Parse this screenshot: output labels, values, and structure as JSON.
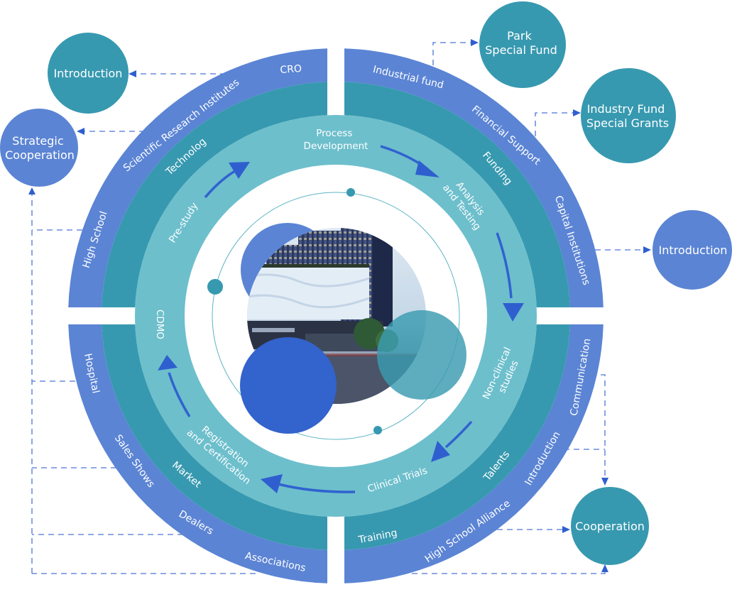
{
  "colors": {
    "outer_ring": "#5b84d4",
    "middle_ring": "#3799b0",
    "inner_ring": "#6dbfcc",
    "arrow": "#3062d0",
    "dashed_connector": "#4d74d6",
    "satellite_teal": "#3799b0",
    "satellite_blue": "#5b84d4",
    "center_blob_dark_blue": "#3363cc",
    "center_blob_teal": "#3b9bb0"
  },
  "center": {
    "image_description": "building rendering",
    "decorative_circles": [
      "blue-circle-top-left",
      "dark-blue-circle-bottom-left",
      "teal-circle-right"
    ]
  },
  "inner_ring": {
    "stages": [
      {
        "id": "process-development",
        "lines": [
          "Process",
          "Development"
        ]
      },
      {
        "id": "analysis-testing",
        "lines": [
          "Analysis",
          "and Testing"
        ]
      },
      {
        "id": "non-clinical-studies",
        "lines": [
          "Non-clinical",
          "studies"
        ]
      },
      {
        "id": "clinical-trials",
        "lines": [
          "Clinical Trials"
        ]
      },
      {
        "id": "registration-certification",
        "lines": [
          "Registration",
          "and Certification"
        ]
      },
      {
        "id": "cdmo",
        "lines": [
          "CDMO"
        ]
      },
      {
        "id": "pre-study",
        "lines": [
          "Pre-study"
        ]
      }
    ]
  },
  "middle_ring": {
    "labels": {
      "top_left": "Technolog",
      "top_right": "Funding",
      "bottom_right_a": "Talents",
      "bottom_right_b": "Training",
      "bottom_left": "Market"
    }
  },
  "outer_ring": {
    "labels": {
      "top_left_a": "CRO",
      "top_left_b": "Scientific Research Institutes",
      "top_left_c": "High School",
      "top_right_a": "Industrial fund",
      "top_right_b": "Financial Support",
      "top_right_c": "Capital Institutions",
      "bottom_right_a": "Communication",
      "bottom_right_b": "Introduction",
      "bottom_right_c": "High School Alliance",
      "bottom_left_a": "Hospital",
      "bottom_left_b": "Sales Shows",
      "bottom_left_c": "Dealers",
      "bottom_left_d": "Associations"
    }
  },
  "satellites": {
    "introduction_left": {
      "lines": [
        "Introduction"
      ]
    },
    "strategic_cooperation": {
      "lines": [
        "Strategic",
        "Cooperation"
      ]
    },
    "park_special_fund": {
      "lines": [
        "Park",
        "Special Fund"
      ]
    },
    "industry_fund_grants": {
      "lines": [
        "Industry Fund",
        "Special Grants"
      ]
    },
    "introduction_right": {
      "lines": [
        "Introduction"
      ]
    },
    "cooperation": {
      "lines": [
        "Cooperation"
      ]
    }
  }
}
